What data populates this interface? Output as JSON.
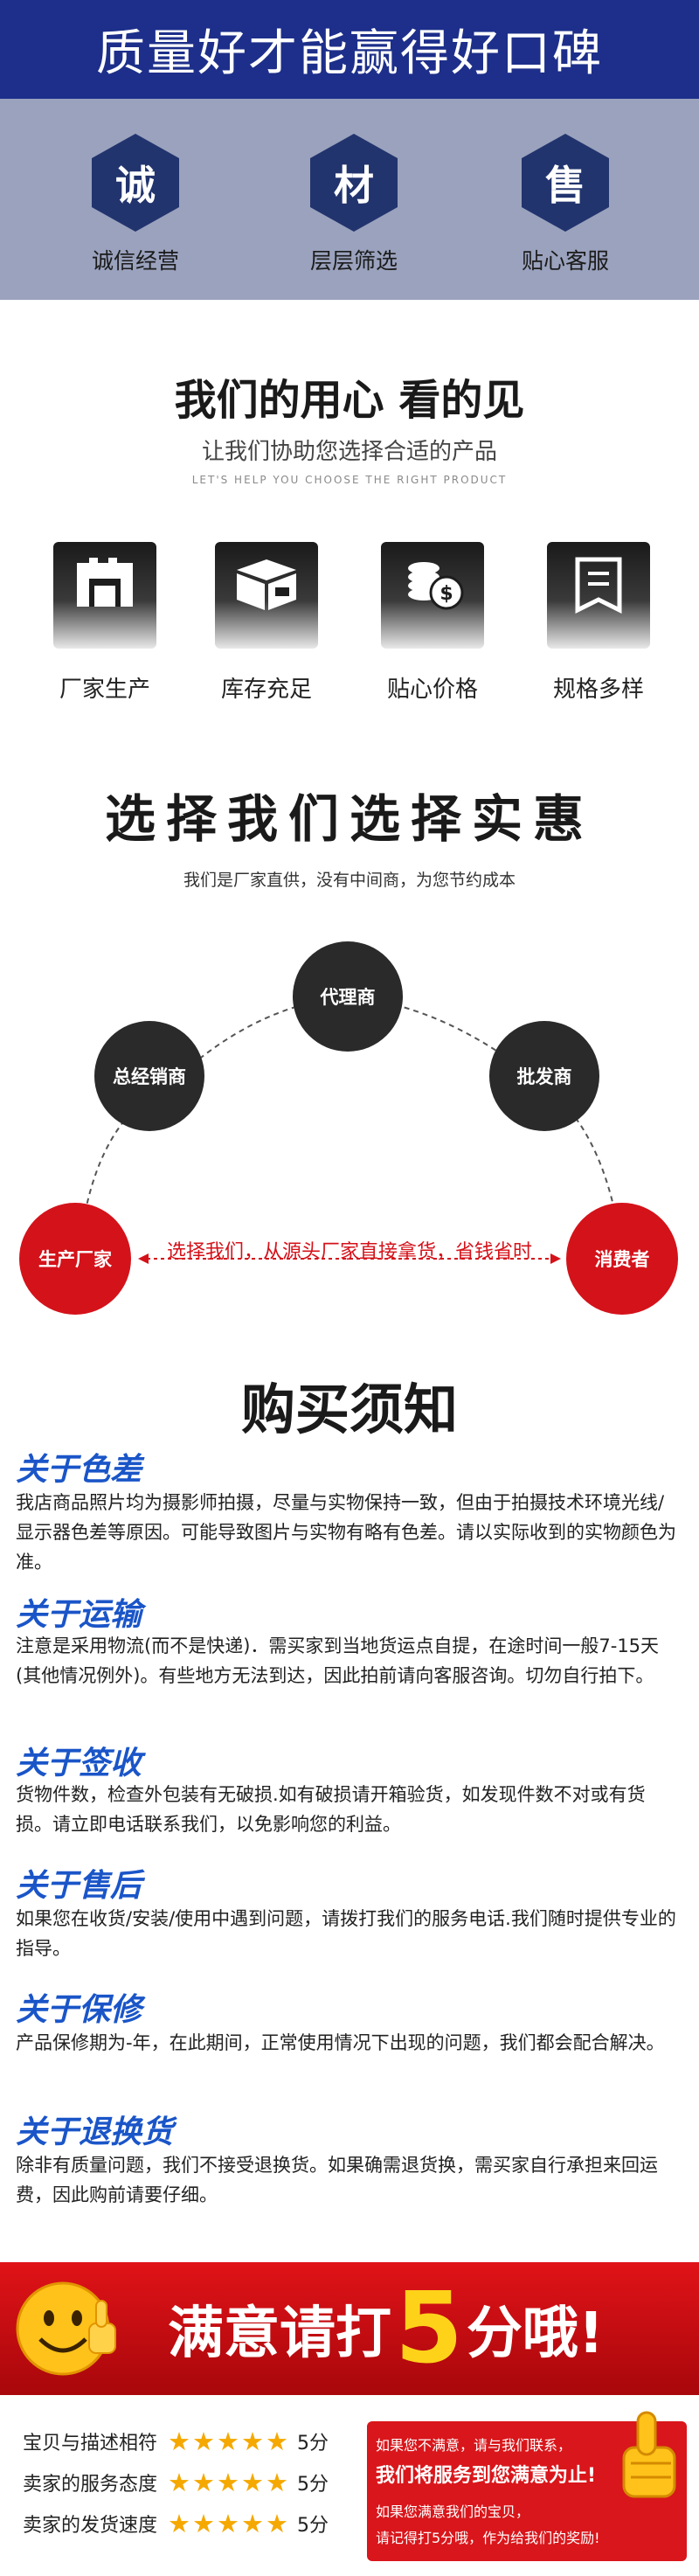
{
  "header": {
    "title": "质量好才能赢得好口碑"
  },
  "promises": [
    {
      "glyph": "诚",
      "label": "诚信经营"
    },
    {
      "glyph": "材",
      "label": "层层筛选"
    },
    {
      "glyph": "售",
      "label": "贴心客服"
    }
  ],
  "care": {
    "title": "我们的用心 看的见",
    "subtitle": "让我们协助您选择合适的产品",
    "english": "LET'S HELP YOU CHOOSE THE RIGHT PRODUCT",
    "features": [
      {
        "icon": "factory-icon",
        "label": "厂家生产"
      },
      {
        "icon": "box-icon",
        "label": "库存充足"
      },
      {
        "icon": "coins-icon",
        "label": "贴心价格"
      },
      {
        "icon": "spec-icon",
        "label": "规格多样"
      }
    ]
  },
  "choose": {
    "title": "选择我们选择实惠",
    "subtitle": "我们是厂家直供，没有中间商，为您节约成本",
    "nodes": {
      "agent": "代理商",
      "general_distributor": "总经销商",
      "wholesaler": "批发商",
      "manufacturer": "生产厂家",
      "consumer": "消费者"
    },
    "arrow_text": "选择我们，从源头厂家直接拿货，省钱省时"
  },
  "notice": {
    "title": "购买须知",
    "items": [
      {
        "heading": "关于色差",
        "body": "我店商品照片均为摄影师拍摄，尽量与实物保持一致，但由于拍摄技术环境光线/显示器色差等原因。可能导致图片与实物有略有色差。请以实际收到的实物颜色为准。"
      },
      {
        "heading": "关于运输",
        "body": "注意是采用物流(而不是快递)．需买家到当地货运点自提，在途时间一般7-15天 (其他情况例外)。有些地方无法到达，因此拍前请向客服咨询。切勿自行拍下。"
      },
      {
        "heading": "关于签收",
        "body": "货物件数，检查外包装有无破损.如有破损请开箱验货，如发现件数不对或有货损。请立即电话联系我们，以免影响您的利益。"
      },
      {
        "heading": "关于售后",
        "body": "如果您在收货/安装/使用中遇到问题，请拨打我们的服务电话.我们随时提供专业的指导。"
      },
      {
        "heading": "关于保修",
        "body": "产品保修期为-年，在此期间，正常使用情况下出现的问题，我们都会配合解决。"
      },
      {
        "heading": "关于退换货",
        "body": "除非有质量问题，我们不接受退换货。如果确需退货换，需买家自行承担来回运费，因此购前请要仔细。"
      }
    ]
  },
  "banner": {
    "prefix": "满意请打",
    "number": "5",
    "suffix": "分哦!"
  },
  "ratings": [
    {
      "label": "宝贝与描述相符",
      "score": "5分",
      "stars": 5
    },
    {
      "label": "卖家的服务态度",
      "score": "5分",
      "stars": 5
    },
    {
      "label": "卖家的发货速度",
      "score": "5分",
      "stars": 5
    }
  ],
  "red_box": {
    "line1": "如果您不满意，请与我们联系，",
    "line2": "我们将服务到您满意为止!",
    "line3": "如果您满意我们的宝贝，",
    "line4": "请记得打5分哦，作为给我们的奖励!"
  },
  "colors": {
    "header_bg": "#1d2f8a",
    "accent_blue": "#1a55c8",
    "accent_red": "#d4121a",
    "star": "#f5a800"
  }
}
